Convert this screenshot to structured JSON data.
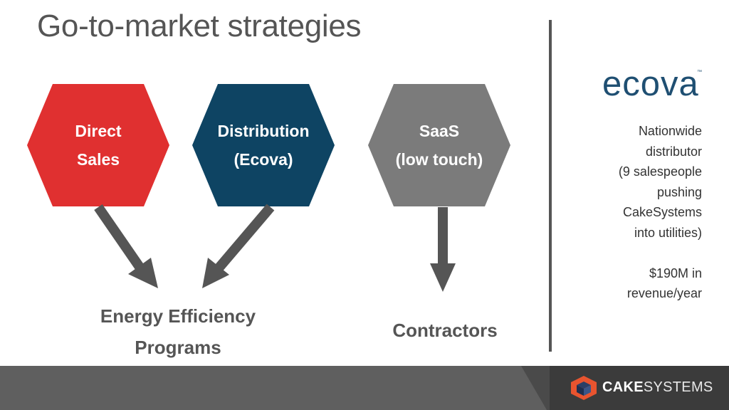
{
  "title": "Go-to-market strategies",
  "hexagons": [
    {
      "line1": "Direct",
      "line2": "Sales",
      "color": "#e03030"
    },
    {
      "line1": "Distribution",
      "line2": "(Ecova)",
      "color": "#0e4463"
    },
    {
      "line1": "SaaS",
      "line2": "(low touch)",
      "color": "#7b7b7b"
    }
  ],
  "targets": {
    "energy_line1": "Energy Efficiency",
    "energy_line2": "Programs",
    "contractors": "Contractors"
  },
  "side_panel": {
    "logo_text": "ecova",
    "logo_tm": "™",
    "lines": [
      "Nationwide",
      "distributor",
      "(9 salespeople",
      "pushing",
      "CakeSystems",
      "into utilities)",
      "",
      "$190M in",
      "revenue/year"
    ]
  },
  "footer": {
    "brand_bold": "CAKE",
    "brand_light": "SYSTEMS",
    "brand_color": "#e8542f"
  },
  "colors": {
    "arrow": "#555555",
    "text_gray": "#555555",
    "footer_gray": "#5f5f5f",
    "footer_dark": "#3b3b3b"
  }
}
